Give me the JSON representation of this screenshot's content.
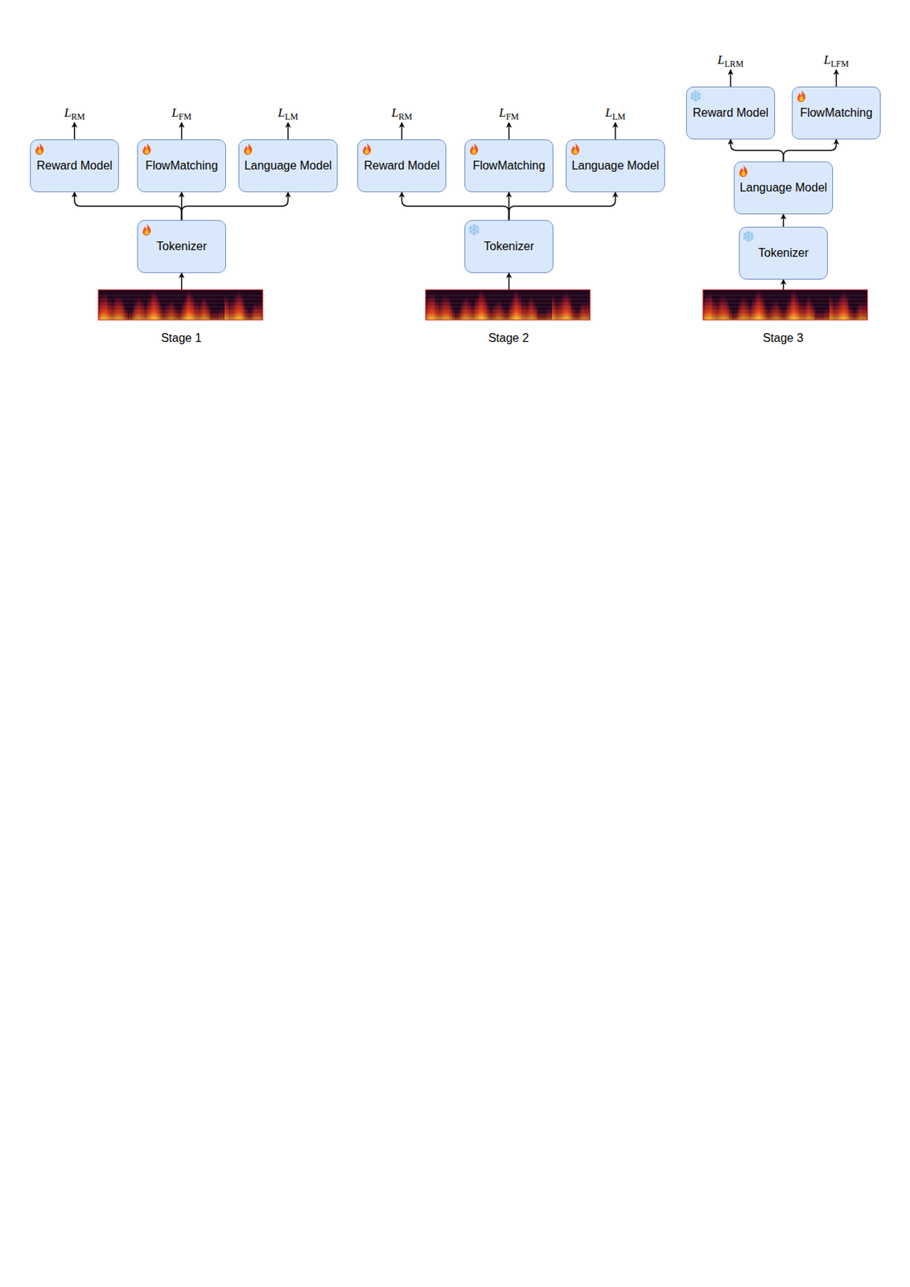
{
  "diagram": {
    "nodes": [
      {
        "text": [
          "Reward Model"
        ]
      },
      {
        "text": [
          "FlowMatching"
        ]
      },
      {
        "text": [
          "Language Model"
        ]
      },
      {
        "text": [
          "Tokenizer"
        ]
      },
      {
        "text": [
          "Reward Model"
        ]
      },
      {
        "text": [
          "FlowMatching"
        ]
      },
      {
        "text": [
          "Language Model"
        ]
      },
      {
        "text": [
          "Tokenizer"
        ]
      },
      {
        "text": [
          "Reward Model"
        ]
      },
      {
        "text": [
          "FlowMatching"
        ]
      },
      {
        "text": [
          "Language Model"
        ]
      },
      {
        "text": [
          "Tokenizer"
        ]
      }
    ],
    "edges": [
      {
        "from": 3,
        "to": 0,
        "arrow": "to"
      },
      {
        "from": 3,
        "to": 1,
        "arrow": "to"
      },
      {
        "from": 3,
        "to": 2,
        "arrow": "to"
      },
      {
        "from": 7,
        "to": 4,
        "arrow": "to"
      },
      {
        "from": 7,
        "to": 5,
        "arrow": "to"
      },
      {
        "from": 7,
        "to": 6,
        "arrow": "to"
      },
      {
        "from": 11,
        "to": 10,
        "arrow": "to"
      },
      {
        "from": 10,
        "to": 8,
        "arrow": "to"
      },
      {
        "from": 10,
        "to": 9,
        "arrow": "to"
      }
    ],
    "labels": [
      "L",
      "RM",
      "L",
      "FM",
      "L",
      "LM",
      "L",
      "RM",
      "L",
      "FM",
      "L",
      "LM",
      "L",
      "LRM",
      "L",
      "LFM",
      "Stage 1",
      "Stage 2",
      "Stage 3"
    ]
  }
}
